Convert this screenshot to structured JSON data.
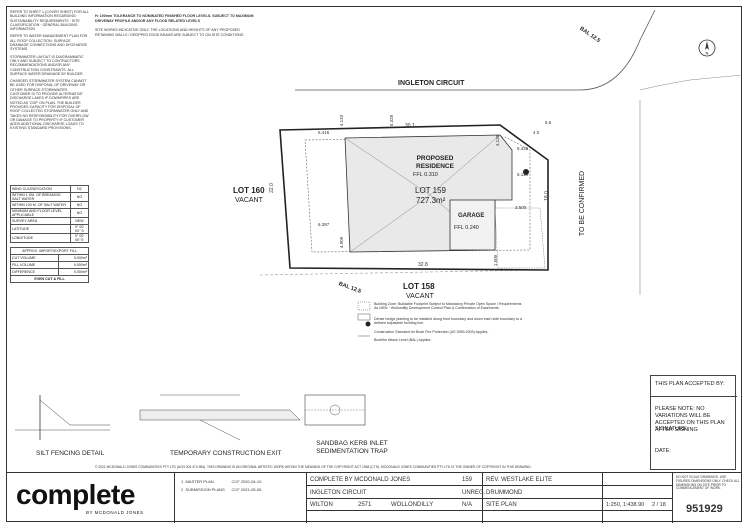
{
  "notes": [
    "REFER TO SHEET 1 (COVER SHEET) FOR ALL BUILDING INFORMATION REGARDING: · SUSTAINABILITY REQUIREMENTS · SITE CLASSIFICATION · GENERAL BUILDING INFORMATION",
    "REFER TO WATER MANAGEMENT PLAN FOR ALL ROOF COLLECTION, SURFACE DRAINAGE CONNECTIONS AND DISCHARGE SYSTEMS.",
    "STORMWATER LAYOUT IS DIAGRAMMATIC ONLY AND SUBJECT TO CONTRACTORS RECOMMENDATIONS AND/OR ANY CONSTRUCTION CONSTRAINTS. ALL SURFACE WATER DRAINAGE BY BUILDER",
    "CHARGED STORMWATER SYSTEM CANNOT BE USED FOR DISPOSAL OF DRIVEWAY OR OTHER SURFACE STORMWATER. CUSTOMER IS TO PROVIDE ALTERNATIVE DISCHARGE LAKES IF DOWNPIPES ARE NOTED AS 'CDP' ON PLAN. THE BUILDER PROVIDES CAPACITY FOR DISPOSAL OF ROOF COLLECTED STORMWATER ONLY AND TAKES NO RESPONSIBILITY FOR OVERFLOW OR DAMAGE TO PROPERTY IF CUSTOMER ADDS ADDITIONAL DISCHARGE LOADS TO EXISTING STANDARD PROVISIONS."
  ],
  "top_notes": [
    "H: 100mm TOLERANCE TO NOMINATED FINISHED FLOOR LEVELS. SUBJECT TO MAXIMUM DRIVEWAY PROFILE AND/OR ANY FLOOD RELATED LEVELS",
    "SITE WORKS INDICATIVE ONLY. THE LOCATIONS AND HEIGHTS OF ANY PROPOSED RETAINING WALLS / DROPPED EDGE BEAMS ARE SUBJECT TO ON-SITE CONDITIONS"
  ],
  "wind_table": [
    [
      "WIND CLASSIFICATION",
      "N2"
    ],
    [
      "WITHIN 1 KM. OF BREAKING SALT WATER",
      "NO"
    ],
    [
      "WITHIN 100 M. OF SALT WATER",
      "NO"
    ],
    [
      "MINIMUM AND FLOOR LEVEL APPLICABLE",
      "NO"
    ],
    [
      "SURVEY AREA",
      "NEW"
    ],
    [
      "LATITUDE",
      "0° 00' 00\" S"
    ],
    [
      "LONGITUDE",
      "0° 00' 00\" E"
    ]
  ],
  "fill_table": {
    "header": "APPROX. IMPORT/EXPORT FILL",
    "rows": [
      [
        "CUT VOLUME",
        "0.000m³"
      ],
      [
        "FILL VOLUME",
        "0.000m³"
      ],
      [
        "DIFFERENCE",
        "0.000m³"
      ]
    ],
    "footer": "EVEN CUT & FILL"
  },
  "plan": {
    "street": "INGLETON CIRCUIT",
    "bal_top": "BAL 12.5",
    "bal_bottom": "BAL 12.5",
    "lot_left": "LOT 160",
    "lot_left_sub": "VACANT",
    "lot_bottom": "LOT 158",
    "lot_bottom_sub": "VACANT",
    "confirmed": "TO BE CONFIRMED",
    "residence": "PROPOSED RESIDENCE",
    "residence_ffl": "FFL 0.310",
    "lot": "LOT 159",
    "area": "727.3m²",
    "garage": "GARAGE",
    "garage_ffl": "FFL 0.240",
    "dim_top": "30.1",
    "dim_left": "22.0",
    "dim_bottom": "32.8",
    "dim_right": "18.0",
    "setbacks": [
      "6.416",
      "4.133",
      "5.328",
      "6.397",
      "4.909",
      "5.436",
      "5.116",
      "4.138",
      "3.500",
      "1.500",
      "5.5",
      "4.0"
    ]
  },
  "legend": [
    "Building Zone: Buildable Footprint Subject to Mandatory Private Open Space / Requirements As NSW · Wollondilly Development Control Plan & Confirmation of Easements.",
    "Dense hedge planting to be installed along front boundary and down each side boundary to a defined adjustable building line.",
    "Construction Standard for Bush Fire Protection (AS 3959-2009) Applies.",
    "Bushfire Attack Level (BAL) Applies."
  ],
  "details": {
    "silt": "SILT FENCING DETAIL",
    "exit": "TEMPORARY CONSTRUCTION EXIT",
    "kerb": "SANDBAG KERB INLET SEDIMENTATION TRAP"
  },
  "accept": {
    "title": "THIS PLAN ACCEPTED BY:",
    "note": "PLEASE NOTE: NO VARIATIONS WILL BE ACCEPTED ON THIS PLAN AFTER SIGNING",
    "signature": "SIGNATURE:",
    "date": "DATE:"
  },
  "copyright": "© 2021 MCDONALD JONES COMMUNITIES PTY LTD (ACN 003 474 984). THIS DRAWING IS AN ORIGINAL ARTISTIC WORK WITHIN THE MEANING OF THE COPYRIGHT ACT 1968 (CTH). MCDONALD JONES COMMUNITIES PTY LTD IS THE OWNER OF COPYRIGHT IN THIS DRAWING.",
  "titleblock": {
    "brand": "complete",
    "brand_sub": "BY MCDONALD JONES",
    "revisions": [
      [
        "1",
        "MASTER PLAN",
        "CCF",
        "2020-04-10"
      ],
      [
        "2",
        "SUBMISSION PLANS",
        "CCF",
        "2021-05-06"
      ]
    ],
    "client": "COMPLETE BY MCDONALD JONES",
    "lot_no": "159",
    "address": "INGLETON CIRCUIT",
    "dp": "UNREG.",
    "suburb": "WILTON",
    "postcode": "2571",
    "council": "WOLLONDILLY",
    "section": "N/A",
    "house_design": "REV. WESTLAKE ELITE",
    "facade": "DRUMMOND",
    "sheet_title": "SITE PLAN",
    "scale": "1:250, 1:438.90",
    "sheet": "2 / 18",
    "job": "951929",
    "disclaimer": "DO NOT SCALE DRAWINGS. USE FIGURED DIMENSIONS ONLY. CHECK ALL DIMENSIONS ON SITE PRIOR TO COMMENCEMENT OF WORK."
  }
}
